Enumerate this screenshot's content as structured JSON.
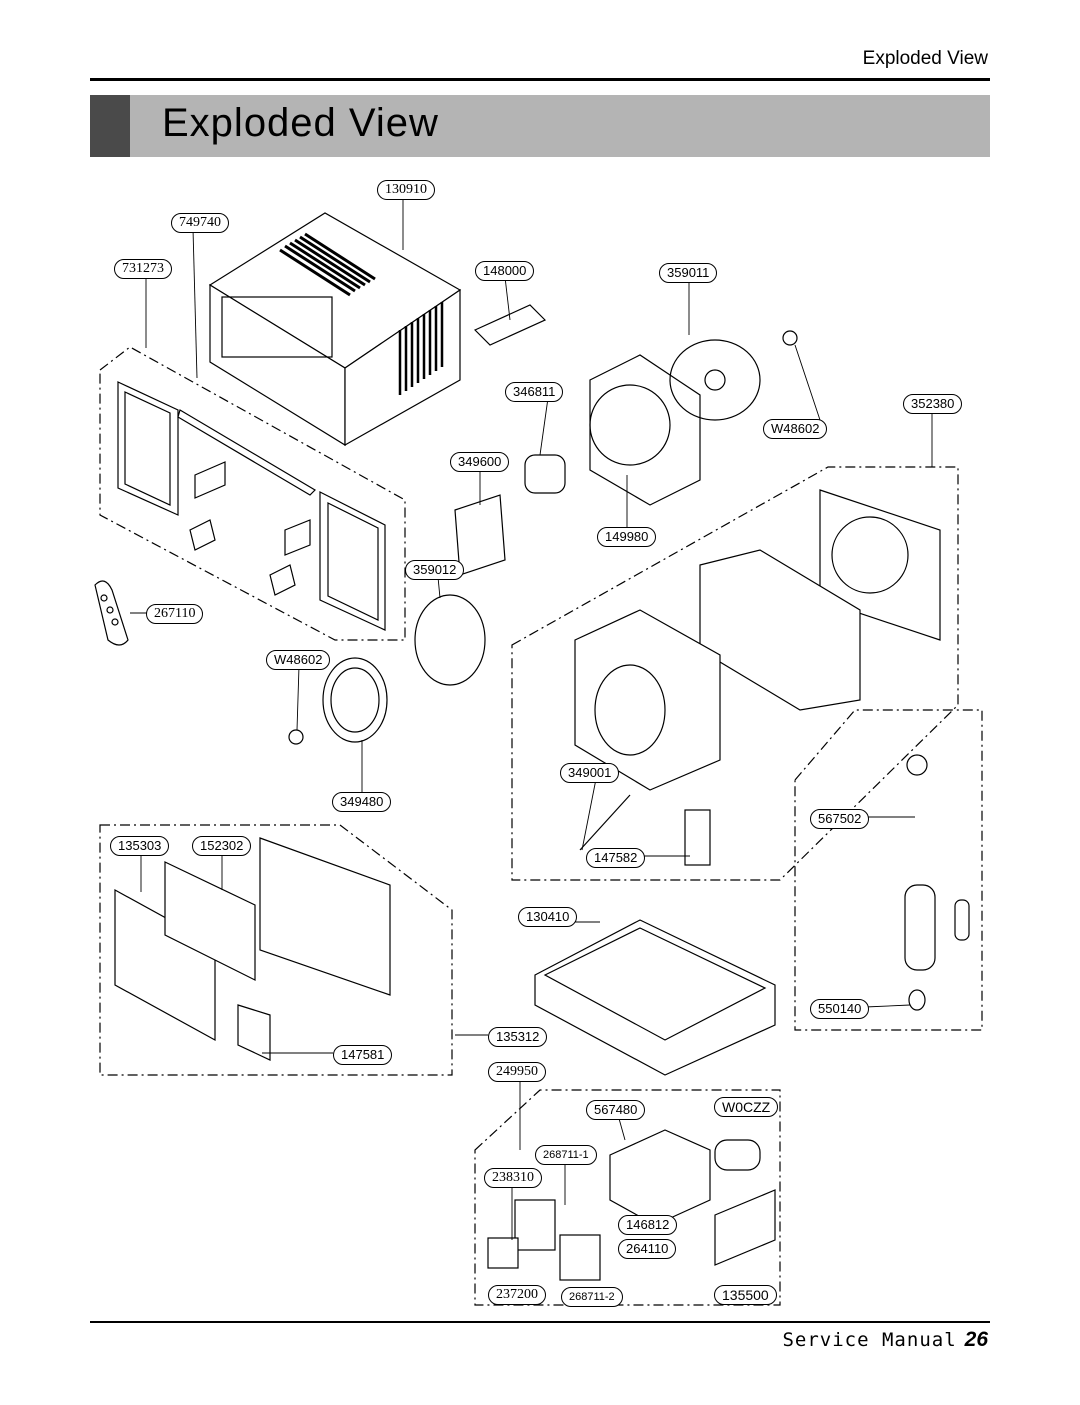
{
  "header": {
    "section": "Exploded View",
    "banner_title": "Exploded View"
  },
  "footer": {
    "manual": "Service Manual",
    "page": "26"
  },
  "parts": {
    "p130910": "130910",
    "p749740": "749740",
    "p731273": "731273",
    "p148000": "148000",
    "p359011": "359011",
    "p346811": "346811",
    "p352380": "352380",
    "pW48602a": "W48602",
    "p349600": "349600",
    "p149980": "149980",
    "p359012": "359012",
    "p267110": "267110",
    "pW48602b": "W48602",
    "p349480": "349480",
    "p349001": "349001",
    "p147582": "147582",
    "p567502": "567502",
    "p135303": "135303",
    "p152302": "152302",
    "p130410": "130410",
    "p550140": "550140",
    "p135312": "135312",
    "p147581": "147581",
    "p249950": "249950",
    "p567480": "567480",
    "pW0CZZ": "W0CZZ",
    "p268711_1": "268711-1",
    "p238310": "238310",
    "p146812": "146812",
    "p264110": "264110",
    "p237200": "237200",
    "p268711_2": "268711-2",
    "p135500": "135500"
  }
}
